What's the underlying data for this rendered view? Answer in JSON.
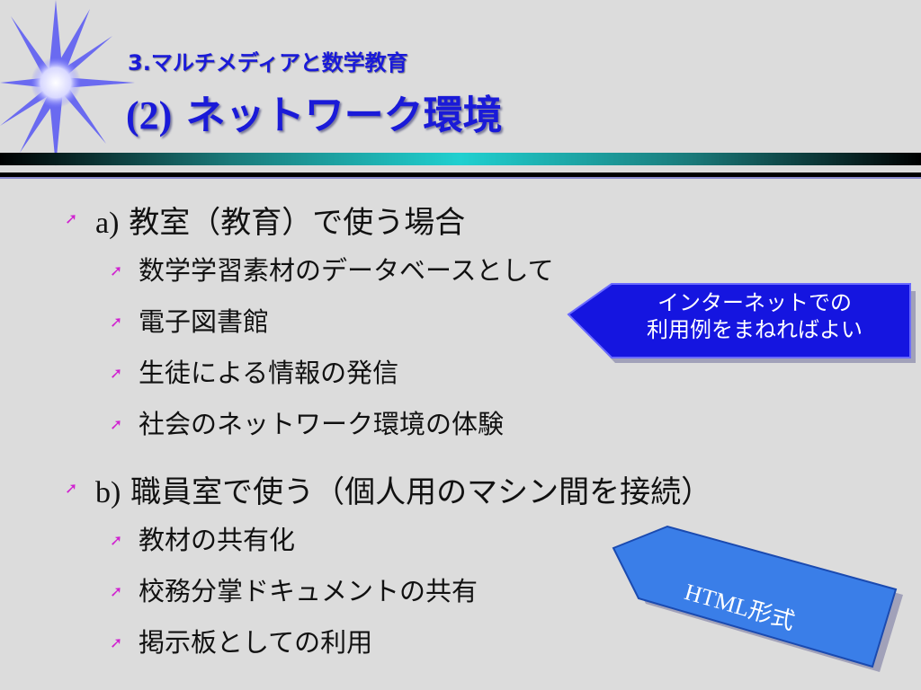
{
  "header": {
    "subtitle": "3.マルチメディアと数学教育",
    "title_num": "(2)",
    "title_text": " ネットワーク環境"
  },
  "colors": {
    "title": "#1a1ad8",
    "bullet": "#d020d0",
    "callout": "#1515e0",
    "callout2": "#3a7ee8"
  },
  "icons": {
    "bullet": "arrow-up-right-icon",
    "decoration": "starburst-icon"
  },
  "sections": [
    {
      "label": "a)",
      "text": " 教室（教育）で使う場合",
      "items": [
        "数学学習素材のデータベースとして",
        "電子図書館",
        "生徒による情報の発信",
        "社会のネットワーク環境の体験"
      ]
    },
    {
      "label": "b)",
      "text": " 職員室で使う（個人用のマシン間を接続）",
      "items": [
        "教材の共有化",
        "校務分掌ドキュメントの共有",
        "掲示板としての利用"
      ]
    }
  ],
  "callouts": {
    "internet_line1": "インターネットでの",
    "internet_line2": "利用例をまねればよい",
    "html": "HTML形式"
  }
}
